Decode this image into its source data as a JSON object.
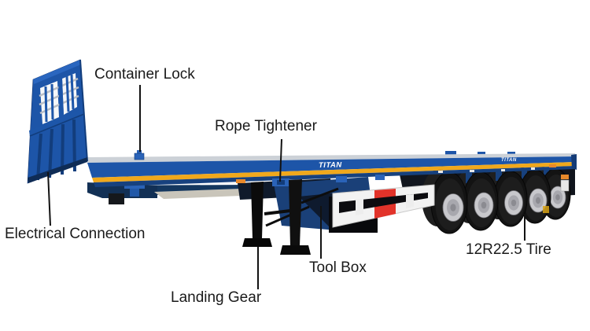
{
  "diagram": {
    "brand": "TITAN",
    "labels": {
      "container_lock": "Container Lock",
      "rope_tightener": "Rope Tightener",
      "electrical_connection": "Electrical Connection",
      "landing_gear": "Landing Gear",
      "tool_box": "Tool Box",
      "tire": "12R22.5 Tire"
    },
    "colors": {
      "background": "#ffffff",
      "trailer_blue": "#1d55a8",
      "stripe_yellow": "#f0a81c",
      "guard_red": "#e2332a",
      "label_text": "#1a1a1a"
    }
  }
}
